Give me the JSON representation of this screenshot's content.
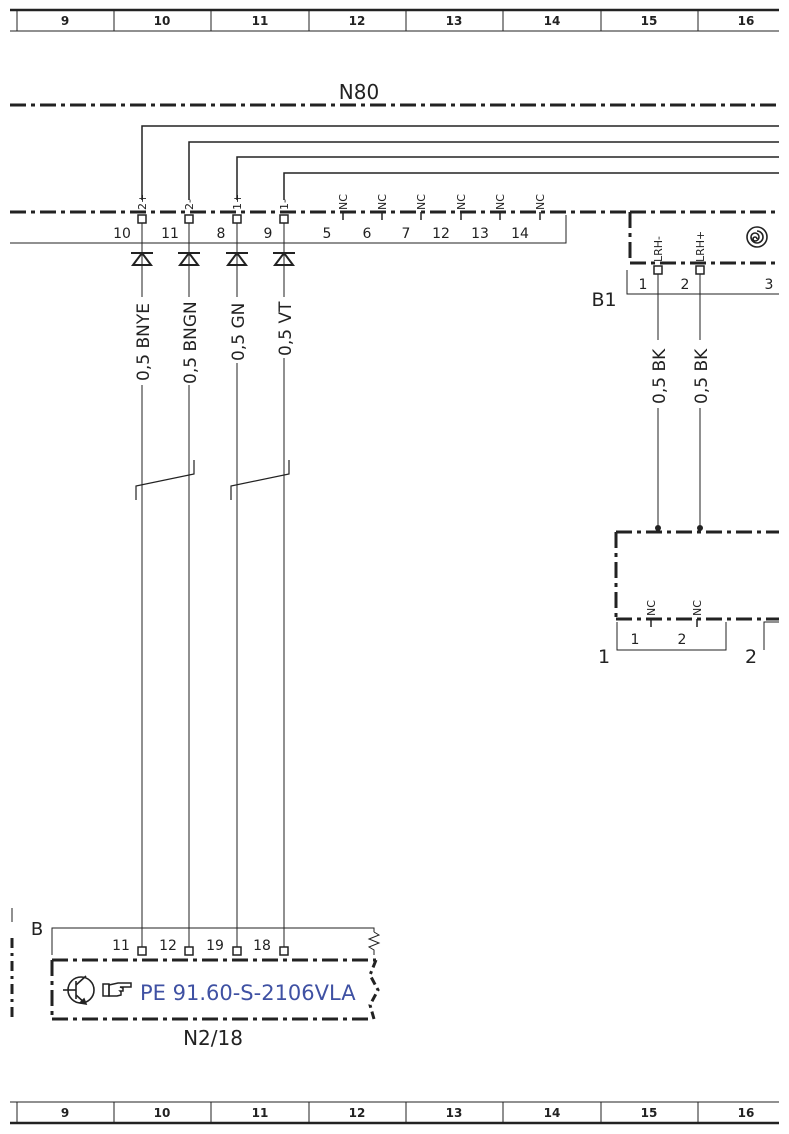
{
  "ruler": [
    "9",
    "10",
    "11",
    "12",
    "13",
    "14",
    "15",
    "16"
  ],
  "components": {
    "n80": "N80",
    "b1": "B1",
    "b": "B",
    "n2_18": "N2/18",
    "conn1": "1",
    "conn2": "2"
  },
  "n80_pin_signals": [
    "2+",
    "2-",
    "1+",
    "1-",
    "NC",
    "NC",
    "NC",
    "NC",
    "NC",
    "NC"
  ],
  "n80_pin_numbers": [
    "10",
    "11",
    "8",
    "9",
    "5",
    "6",
    "7",
    "12",
    "13",
    "14"
  ],
  "wires": [
    "0,5 BNYE",
    "0,5 BNGN",
    "0,5 GN",
    "0,5 VT"
  ],
  "b1_pin_signals": [
    "LRH-",
    "LRH+"
  ],
  "b1_pin_numbers": [
    "1",
    "2",
    "3"
  ],
  "b1_wires": [
    "0,5 BK",
    "0,5 BK"
  ],
  "conn1_signals": [
    "NC",
    "NC"
  ],
  "conn1_pin_numbers": [
    "1",
    "2"
  ],
  "n2_pin_numbers": [
    "11",
    "12",
    "19",
    "18"
  ],
  "reference": "PE 91.60-S-2106VLA",
  "icons": [
    "transistor-icon",
    "pointing-hand-icon",
    "heating-element-icon"
  ],
  "colors": {
    "line": "#222222",
    "reference": "#3f51a3"
  }
}
